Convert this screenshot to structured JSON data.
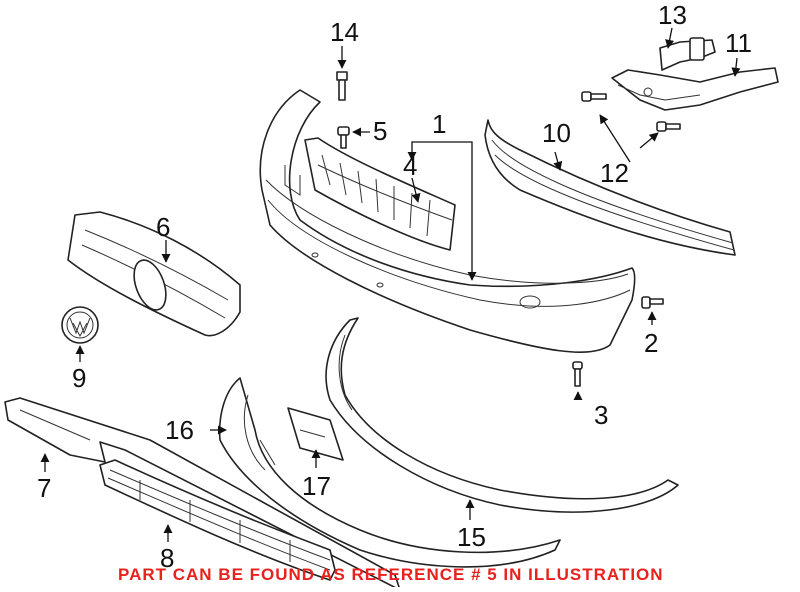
{
  "callouts": [
    "1",
    "2",
    "3",
    "4",
    "5",
    "6",
    "7",
    "8",
    "9",
    "10",
    "11",
    "12",
    "13",
    "14",
    "15",
    "16",
    "17"
  ],
  "footer": {
    "text": "PART CAN BE FOUND AS REFERENCE # 5 IN ILLUSTRATION",
    "color": "#e8211d"
  },
  "colors": {
    "line": "#222222",
    "fill": "#ffffff"
  }
}
